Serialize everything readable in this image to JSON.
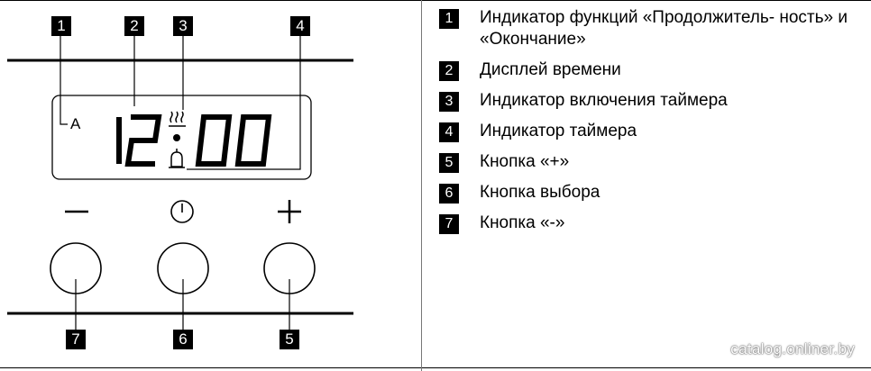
{
  "display": {
    "time": "12:00",
    "a_indicator": "A"
  },
  "controls": {
    "minus_symbol": "−",
    "plus_symbol": "+",
    "select_symbol": "clock-icon"
  },
  "callout_numbers": [
    "1",
    "2",
    "3",
    "4",
    "5",
    "6",
    "7"
  ],
  "legend": [
    {
      "num": "1",
      "text": "Индикатор функций «Продолжитель- ность» и «Окончание»"
    },
    {
      "num": "2",
      "text": "Дисплей времени"
    },
    {
      "num": "3",
      "text": "Индикатор включения таймера"
    },
    {
      "num": "4",
      "text": "Индикатор таймера"
    },
    {
      "num": "5",
      "text": "Кнопка «+»"
    },
    {
      "num": "6",
      "text": "Кнопка выбора"
    },
    {
      "num": "7",
      "text": "Кнопка «-»"
    }
  ],
  "watermark": "catalog.onliner.by"
}
